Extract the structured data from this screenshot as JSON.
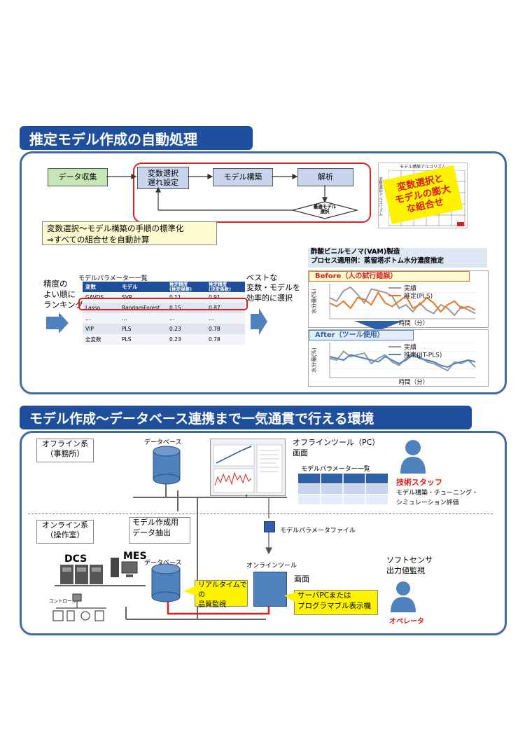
{
  "section1": {
    "banner": "推定モデル作成の自動処理",
    "flow": {
      "data_collection": "データ収集",
      "variable_select": "変数選択\n遅れ設定",
      "model_build": "モデル構築",
      "analysis": "解析",
      "optimal_select": "最適モデル\n選択"
    },
    "note": "変数選択～モデル構築の手順の標準化\n⇒すべての組合せを自動計算",
    "matrix_title": "モデル構築アルゴリズム",
    "matrix_axis": "変数選択アルゴリズム",
    "matrix_callout": "変数選択と\nモデルの膨大\nな組合せ",
    "ranking_label": "精度の\nよい順に\nランキング",
    "table_title": "モデルパラメーター一覧",
    "table_headers": [
      "変数",
      "モデル",
      "推定精度\n(推定誤差)",
      "推定精度\n(決定係数)"
    ],
    "table_rows": [
      [
        "GAVDS",
        "SVR",
        "0.11",
        "0.91"
      ],
      [
        "Lasso",
        "RandomForest",
        "0.15",
        "0.87"
      ],
      [
        "…",
        "…",
        "…",
        "…"
      ],
      [
        "VIP",
        "PLS",
        "0.23",
        "0.78"
      ],
      [
        "全変数",
        "PLS",
        "0.23",
        "0.78"
      ]
    ],
    "best_label": "ベストな\n変数・モデルを\n効率的に選択",
    "example_title": "酢酸ビニルモノマ(VAM)製造\nプロセス適用例：蒸留塔ボトム水分濃度推定"
  },
  "chart_data": [
    {
      "type": "line",
      "title": "Before（人の試行錯誤）",
      "xlabel": "時間（分）",
      "ylabel": "水分量(%)",
      "x": [
        1,
        2,
        3,
        4,
        5,
        6,
        7,
        8,
        9,
        10,
        11,
        12,
        13,
        14,
        15,
        16,
        17,
        18,
        19,
        20,
        21,
        22
      ],
      "series": [
        {
          "name": "実績",
          "color": "#999999",
          "values": [
            5.2,
            5.0,
            5.6,
            5.8,
            5.4,
            4.9,
            5.7,
            5.6,
            5.5,
            5.3,
            4.6,
            4.8,
            4.4,
            4.9,
            4.5,
            4.3,
            4.8,
            4.6,
            4.2,
            4.7,
            4.5,
            4.3
          ]
        },
        {
          "name": "推定(PLS)",
          "color": "#e87722",
          "values": [
            4.9,
            4.7,
            5.0,
            4.6,
            5.2,
            5.1,
            4.8,
            5.5,
            4.9,
            4.7,
            5.0,
            5.3,
            4.6,
            4.8,
            5.2,
            4.9,
            4.4,
            4.8,
            5.0,
            4.6,
            4.7,
            4.5
          ]
        }
      ],
      "ylim": [
        4,
        6
      ]
    },
    {
      "type": "line",
      "title": "After（ツール使用）",
      "xlabel": "時間（分）",
      "ylabel": "水分量(%)",
      "x": [
        1,
        2,
        3,
        4,
        5,
        6,
        7,
        8,
        9,
        10,
        11,
        12,
        13,
        14,
        15,
        16,
        17,
        18,
        19,
        20,
        21,
        22
      ],
      "series": [
        {
          "name": "実績",
          "color": "#999999",
          "values": [
            5.1,
            5.0,
            5.5,
            5.2,
            5.3,
            5.4,
            4.8,
            5.1,
            5.3,
            4.9,
            4.7,
            5.1,
            5.4,
            5.2,
            4.9,
            4.8,
            4.6,
            4.4,
            4.9,
            4.8,
            5.0,
            4.6
          ]
        },
        {
          "name": "推定(JIT-PLS)",
          "color": "#4f81bd",
          "values": [
            5.2,
            5.1,
            5.0,
            5.3,
            5.2,
            5.1,
            5.0,
            4.9,
            5.2,
            5.0,
            4.8,
            5.0,
            5.3,
            5.1,
            5.0,
            4.9,
            4.7,
            4.6,
            4.8,
            4.9,
            5.0,
            4.9
          ]
        }
      ],
      "ylim": [
        4,
        6
      ]
    }
  ],
  "section2": {
    "banner": "モデル作成～データベース連携まで一気通貫で行える環境",
    "offline_label": "オフライン系\n（事務所）",
    "online_label": "オンライン系\n（操作室）",
    "db_label_top": "データベース",
    "tool_pc": "オフラインツール（PC）\n画面",
    "param_list": "モデルパラメーター一覧",
    "tech_staff": "技術スタッフ",
    "tech_task": "モデル構築・チューニング・\nシミュレーション評価",
    "extract": "モデル作成用\nデータ抽出",
    "param_file": "モデルパラメータファイル",
    "dcs": "DCS",
    "mes": "MES",
    "db_label_bottom": "データベース",
    "online_tool": "オンラインツール",
    "screen": "画面",
    "soft_sensor": "ソフトセンサ\n出力値監視",
    "realtime": "リアルタイムでの\n品質監視",
    "server": "サーバPCまたは\nプログラマブル表示機",
    "operator": "オペレータ",
    "controller": "コントローラ"
  }
}
